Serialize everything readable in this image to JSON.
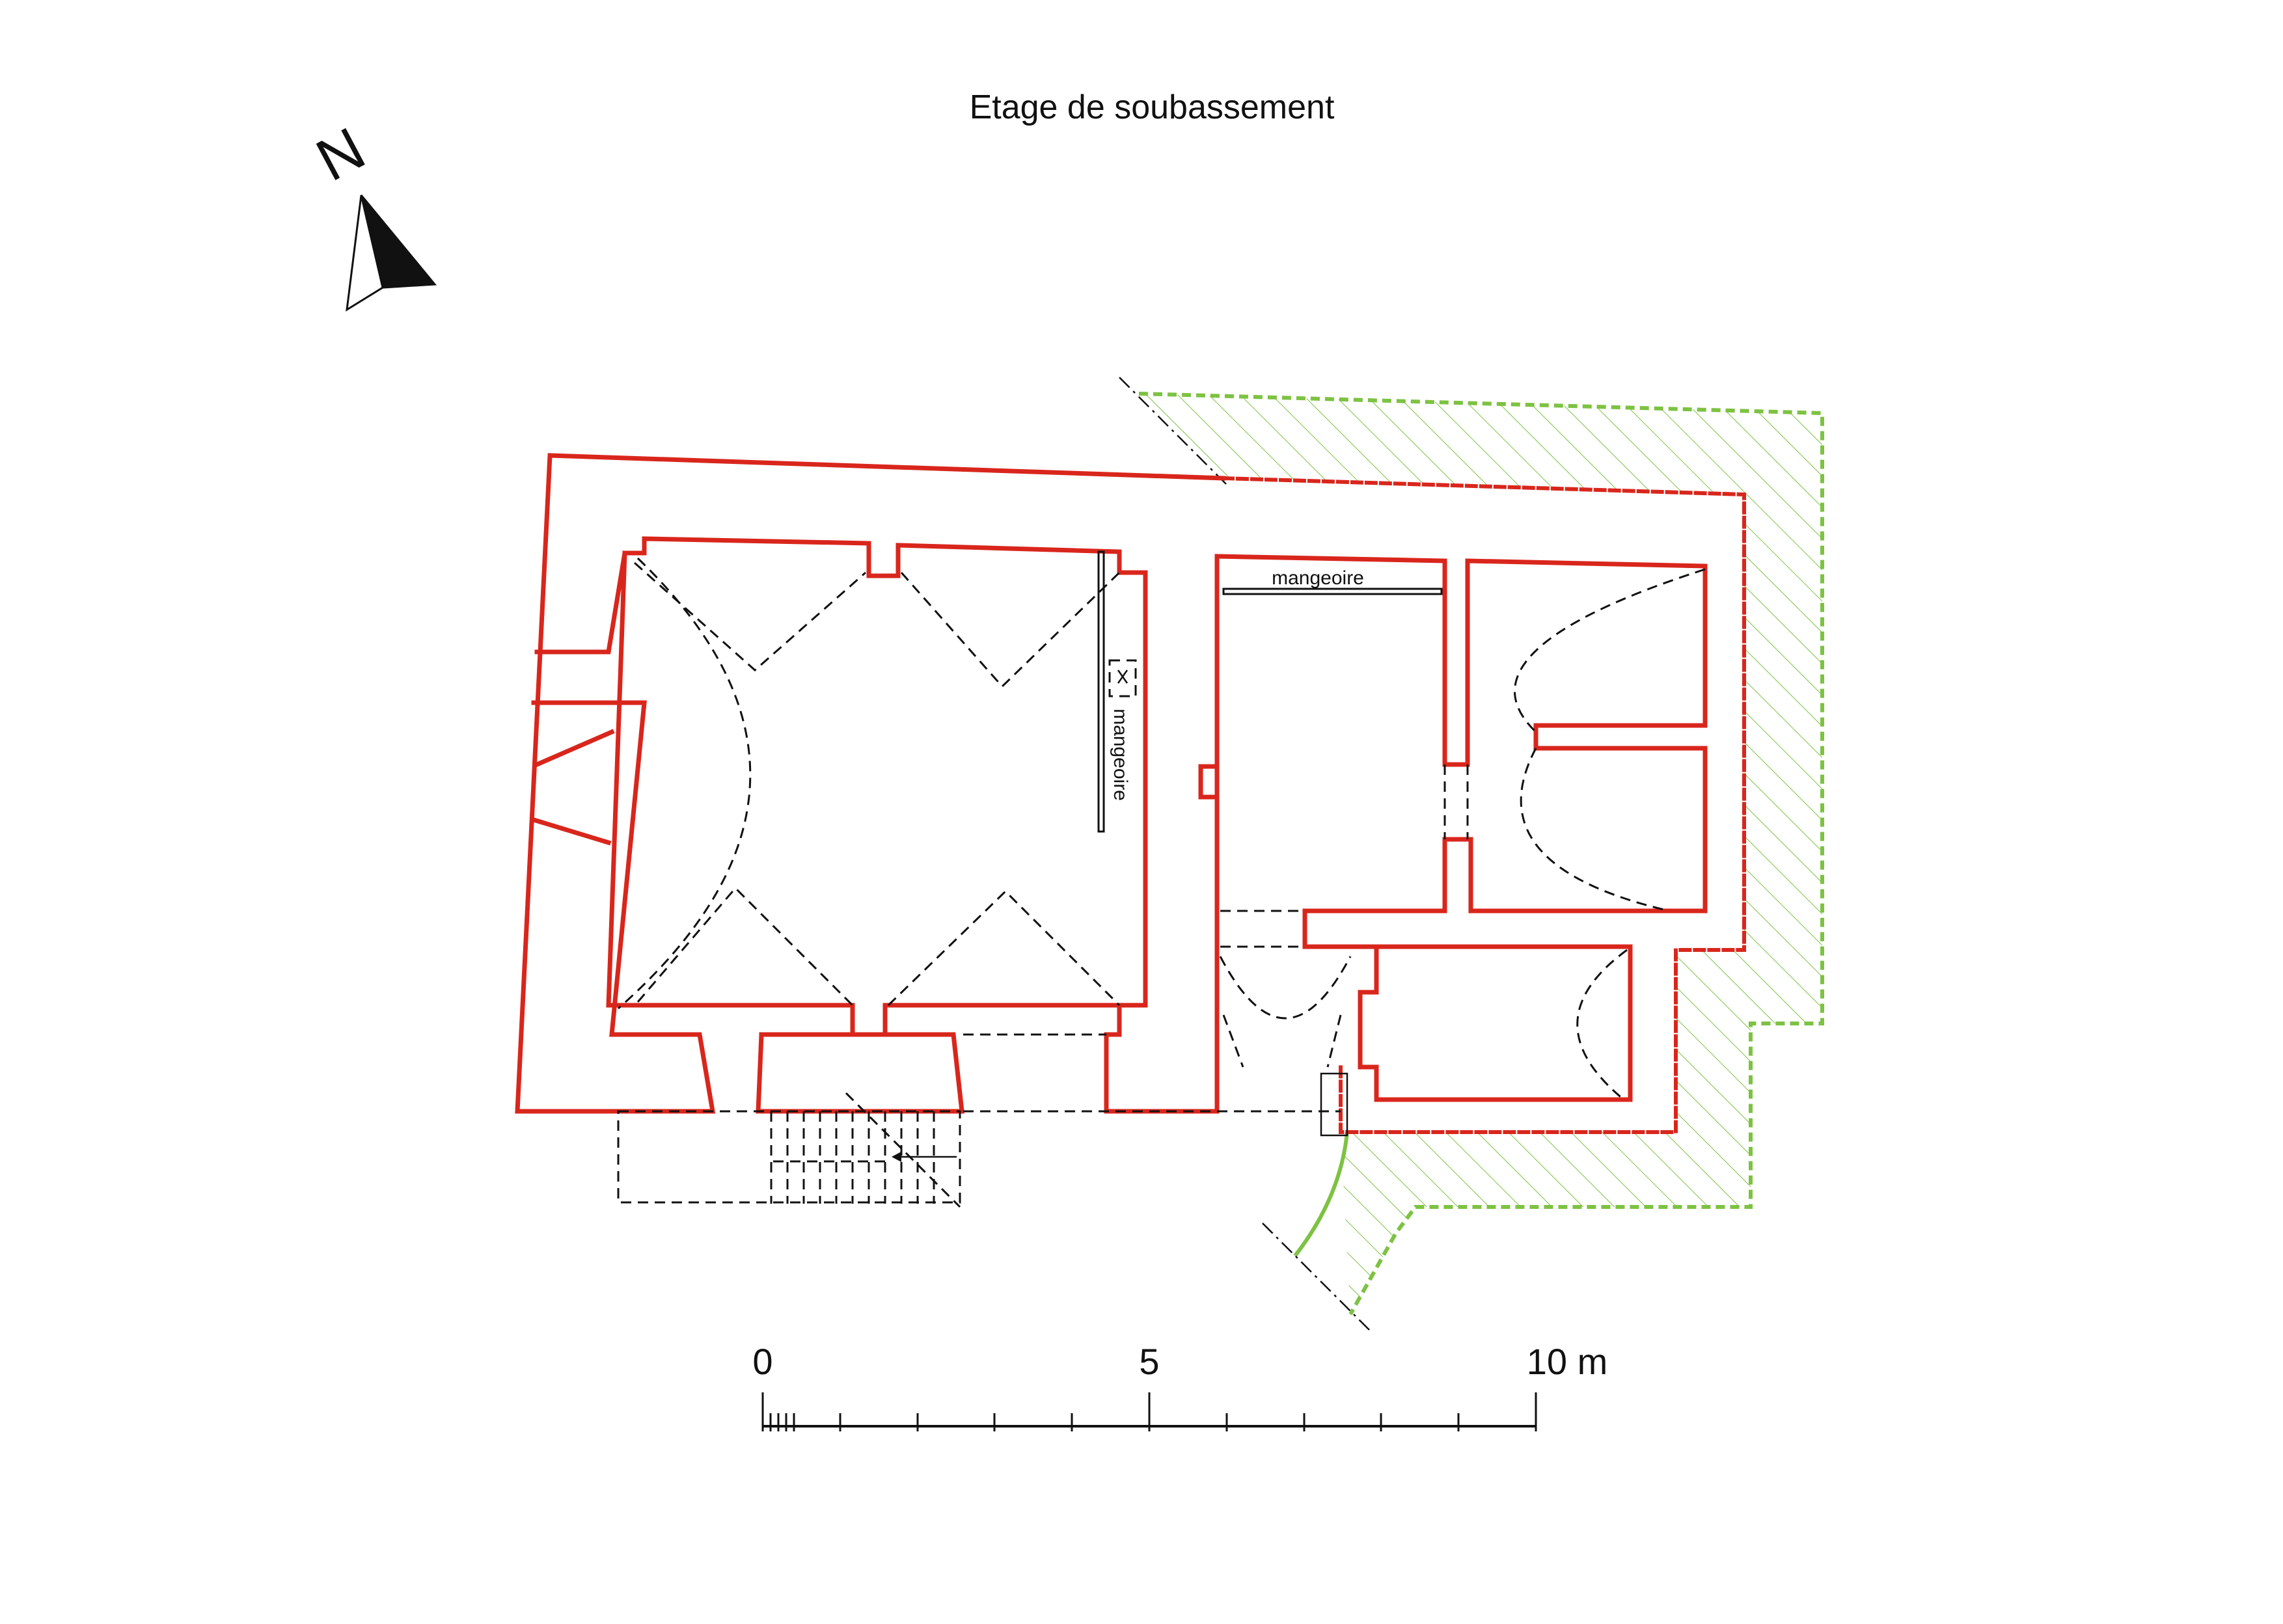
{
  "title": "Etage de soubassement",
  "north_label": "N",
  "labels": {
    "manger_left": "mangeoire",
    "manger_right": "mangeoire"
  },
  "scale": {
    "tick0": "0",
    "tick5": "5",
    "tick10": "10 m"
  },
  "colors": {
    "wall": "#d9261c",
    "buried": "#7dc242",
    "ink": "#111111"
  }
}
